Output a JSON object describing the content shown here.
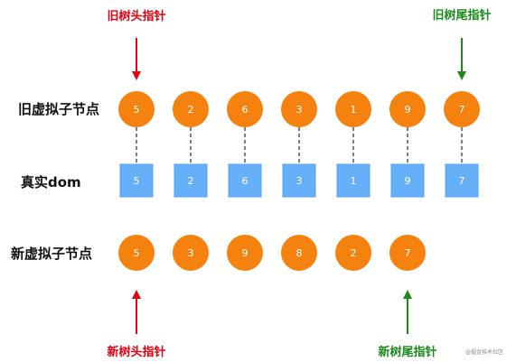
{
  "pointers": {
    "old_head": {
      "label": "旧树头指针",
      "color": "#e60012"
    },
    "old_tail": {
      "label": "旧树尾指针",
      "color": "#1a8a1a"
    },
    "new_head": {
      "label": "新树头指针",
      "color": "#e60012"
    },
    "new_tail": {
      "label": "新树尾指针",
      "color": "#1a8a1a"
    }
  },
  "rows": {
    "old_vnodes": {
      "label": "旧虚拟子节点",
      "values": [
        "5",
        "2",
        "6",
        "3",
        "1",
        "9",
        "7"
      ]
    },
    "real_dom": {
      "label": "真实dom",
      "values": [
        "5",
        "2",
        "6",
        "3",
        "1",
        "9",
        "7"
      ]
    },
    "new_vnodes": {
      "label": "新虚拟子节点",
      "values": [
        "5",
        "3",
        "9",
        "8",
        "2",
        "7"
      ]
    }
  },
  "colors": {
    "vnode_fill": "#f5820f",
    "dom_fill": "#66b0fa",
    "dom_border": "#5aa3ee",
    "connector": "#555555"
  },
  "watermark": "@掘金技术社区"
}
